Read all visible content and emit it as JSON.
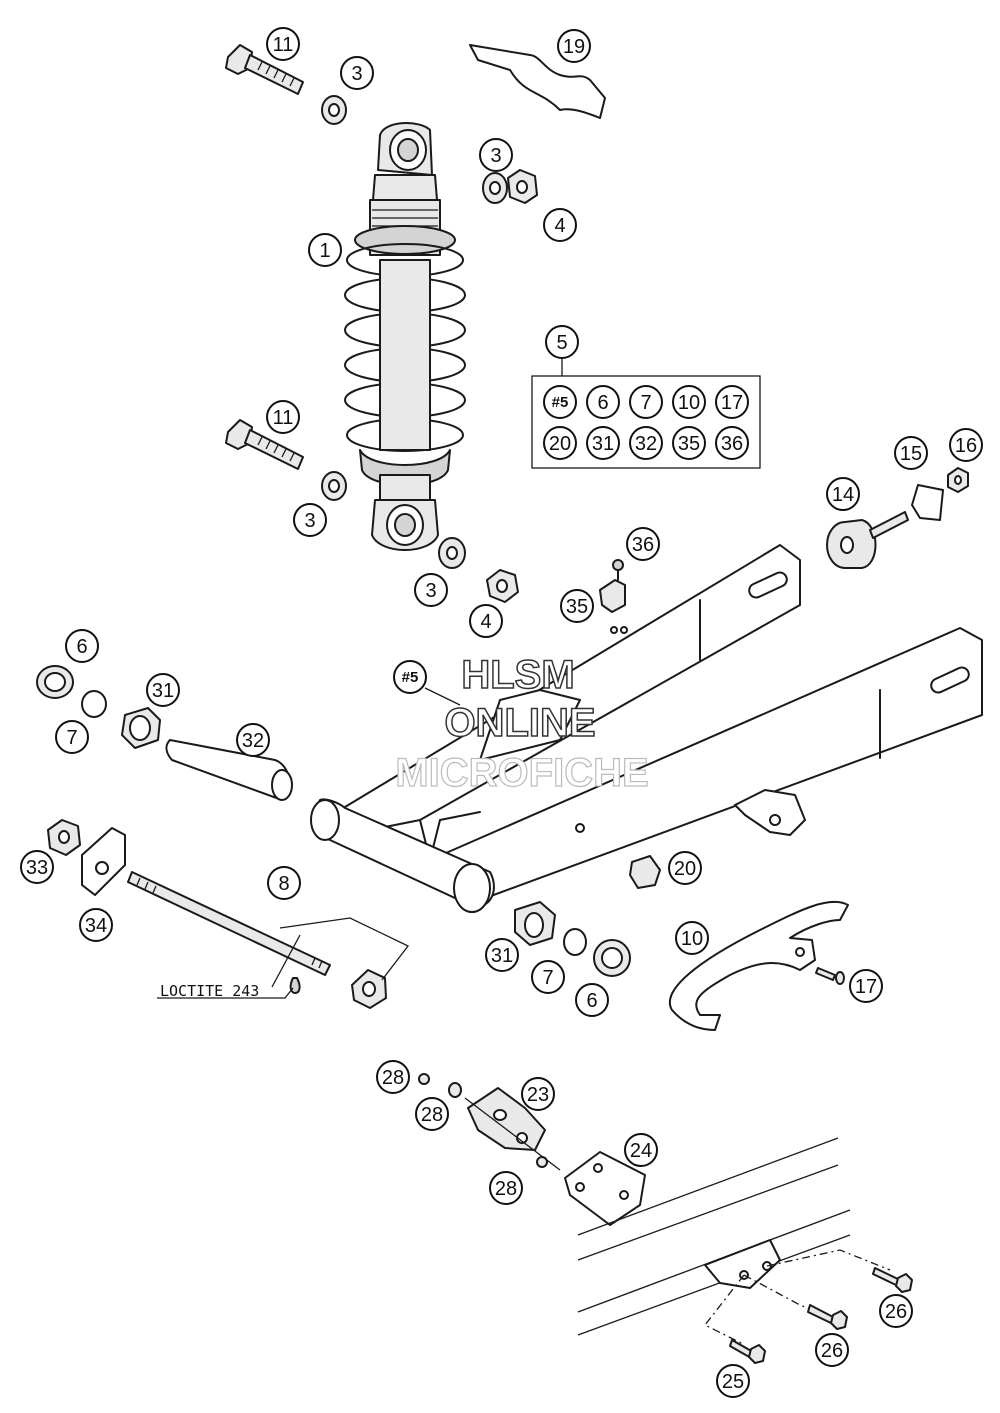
{
  "diagram": {
    "callouts": [
      "11",
      "3",
      "19",
      "3",
      "4",
      "1",
      "5",
      "#5",
      "6",
      "7",
      "10",
      "17",
      "20",
      "31",
      "32",
      "35",
      "36",
      "11",
      "15",
      "16",
      "14",
      "3",
      "36",
      "3",
      "4",
      "35",
      "6",
      "31",
      "#5",
      "7",
      "32",
      "33",
      "34",
      "8",
      "20",
      "10",
      "17",
      "31",
      "7",
      "6",
      "28",
      "23",
      "28",
      "24",
      "28",
      "26",
      "26",
      "25"
    ],
    "kit": {
      "row1": [
        "#5",
        "6",
        "7",
        "10",
        "17"
      ],
      "row2": [
        "20",
        "31",
        "32",
        "35",
        "36"
      ]
    },
    "note": "LOCTITE 243"
  },
  "watermark": {
    "line1": "HLSM",
    "line2": "ONLINE",
    "line3": "MICROFICHE"
  }
}
